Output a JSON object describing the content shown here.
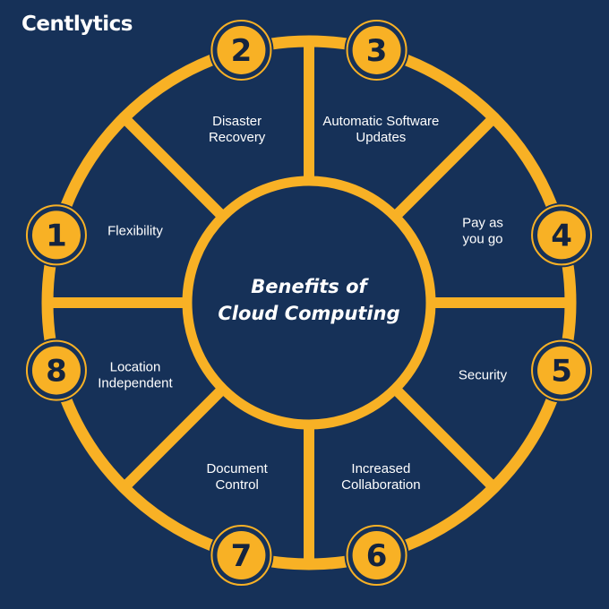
{
  "brand": {
    "name": "Centlytics",
    "colors": {
      "background": "#163158",
      "accent": "#f8b125",
      "text": "#ffffff",
      "number": "#14243f"
    }
  },
  "center": {
    "line1": "Benefits of",
    "line2": "Cloud Computing"
  },
  "segments": [
    {
      "number": "1",
      "lines": [
        "Flexibility"
      ]
    },
    {
      "number": "2",
      "lines": [
        "Disaster",
        "Recovery"
      ]
    },
    {
      "number": "3",
      "lines": [
        "Automatic Software",
        "Updates"
      ]
    },
    {
      "number": "4",
      "lines": [
        "Pay as",
        "you go"
      ]
    },
    {
      "number": "5",
      "lines": [
        "Security"
      ]
    },
    {
      "number": "6",
      "lines": [
        "Increased",
        "Collaboration"
      ]
    },
    {
      "number": "7",
      "lines": [
        "Document",
        "Control"
      ]
    },
    {
      "number": "8",
      "lines": [
        "Location",
        "Independent"
      ]
    }
  ]
}
